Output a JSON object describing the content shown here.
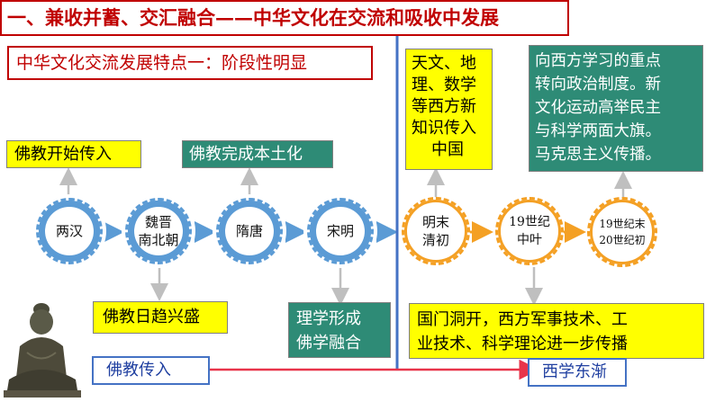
{
  "title": "一、兼收并蓄、交汇融合——中华文化在交流和吸收中发展",
  "subtitle": "中华文化交流发展特点一：阶段性明显",
  "nodes": [
    {
      "lines": [
        "两汉"
      ]
    },
    {
      "lines": [
        "魏晋",
        "南北朝"
      ]
    },
    {
      "lines": [
        "隋唐"
      ]
    },
    {
      "lines": [
        "宋明"
      ]
    },
    {
      "lines": [
        "明末",
        "清初"
      ]
    },
    {
      "lines": [
        "19世纪",
        "中叶"
      ]
    },
    {
      "lines": [
        "19世纪末",
        "20世纪初"
      ]
    }
  ],
  "boxes": {
    "intro": "佛教开始传入",
    "localized": "佛教完成本土化",
    "flourish": "佛教日趋兴盛",
    "neo": [
      "理学形成",
      "佛学融合"
    ],
    "west_science": [
      "天文、地",
      "理、数学",
      "等西方新",
      "知识传入",
      "中国"
    ],
    "west_politics": [
      "向西方学习的重点",
      "转向政治制度。新",
      "文化运动高举民主",
      "与科学两面大旗。",
      "马克思主义传播。"
    ],
    "opening": [
      "国门洞开，西方军事技术、工",
      "业技术、科学理论进一步传播"
    ]
  },
  "bottom": {
    "left": "佛教传入",
    "right": "西学东渐"
  },
  "colors": {
    "red": "#c00000",
    "yellow": "#ffff00",
    "teal": "#2e8b76",
    "blue": "#5b9bd5",
    "orange": "#f4a024",
    "divider": "#4472c4"
  },
  "icons": {
    "image": "buddha-statue"
  }
}
